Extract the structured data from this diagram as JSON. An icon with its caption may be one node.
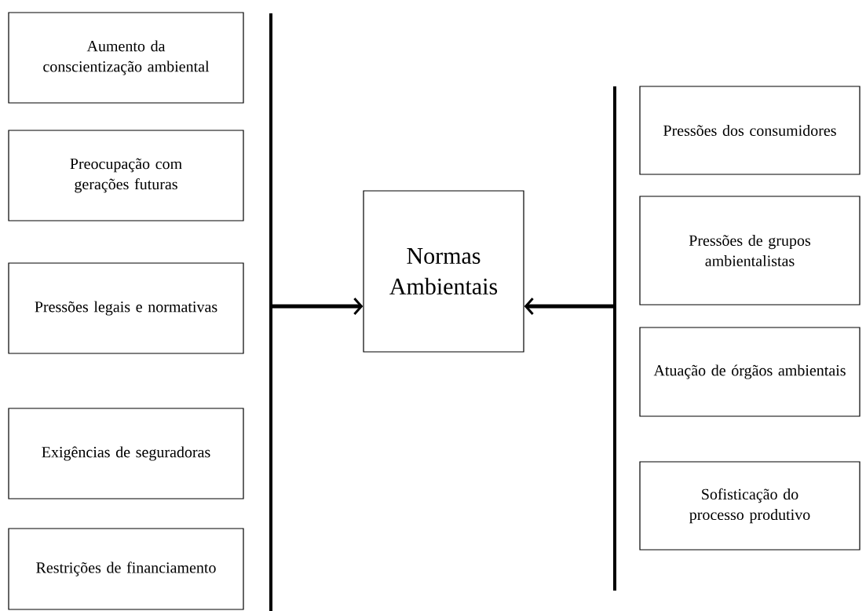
{
  "diagram": {
    "nodes": [
      {
        "text": [
          "Aumento da conscientização ambiental"
        ]
      },
      {
        "text": [
          "Preocupação com gerações futuras"
        ]
      },
      {
        "text": [
          "Pressões legais e normativas"
        ]
      },
      {
        "text": [
          "Exigências de seguradoras"
        ]
      },
      {
        "text": [
          "Restrições de financiamento"
        ]
      },
      {
        "text": [],
        "shape": "bar"
      },
      {
        "text": [
          "Normas Ambientais"
        ]
      },
      {
        "text": [],
        "shape": "bar"
      },
      {
        "text": [
          "Pressões dos consumidores"
        ]
      },
      {
        "text": [
          "Pressões de grupos ambientalistas"
        ]
      },
      {
        "text": [
          "Atuação de órgãos ambientais"
        ]
      },
      {
        "text": [
          "Sofisticação do processo produtivo"
        ]
      }
    ],
    "edges": [
      {
        "from": 5,
        "to": 6,
        "arrow": "to"
      },
      {
        "from": 7,
        "to": 6,
        "arrow": "to"
      }
    ]
  }
}
